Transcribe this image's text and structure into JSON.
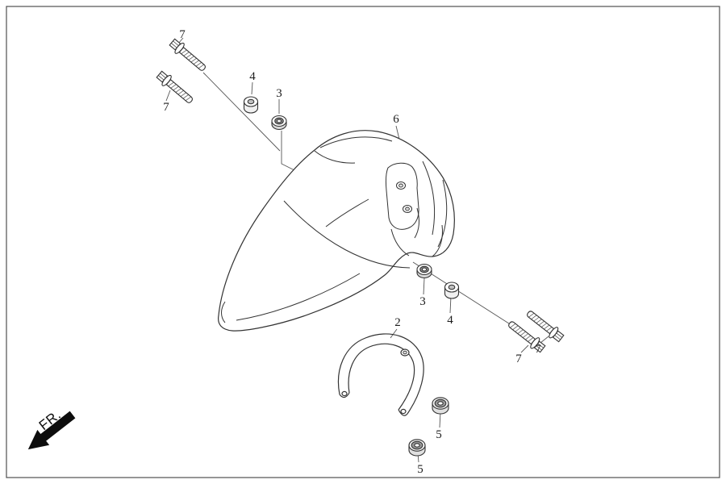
{
  "diagram": {
    "direction_indicator": "FR.",
    "callouts": {
      "bolt_upper_left_1": "7",
      "bolt_upper_left_2": "7",
      "collar_upper": "4",
      "nut_upper": "3",
      "front_fender": "6",
      "nut_right": "3",
      "collar_right": "4",
      "bolt_right_1": "7",
      "bolt_right_2": "7",
      "fender_stay": "2",
      "grommet_upper": "5",
      "grommet_lower": "5"
    },
    "colors": {
      "background": "#ffffff",
      "line": "#333333",
      "border": "#4f4f4f",
      "arrow": "#0d0d0d"
    }
  }
}
